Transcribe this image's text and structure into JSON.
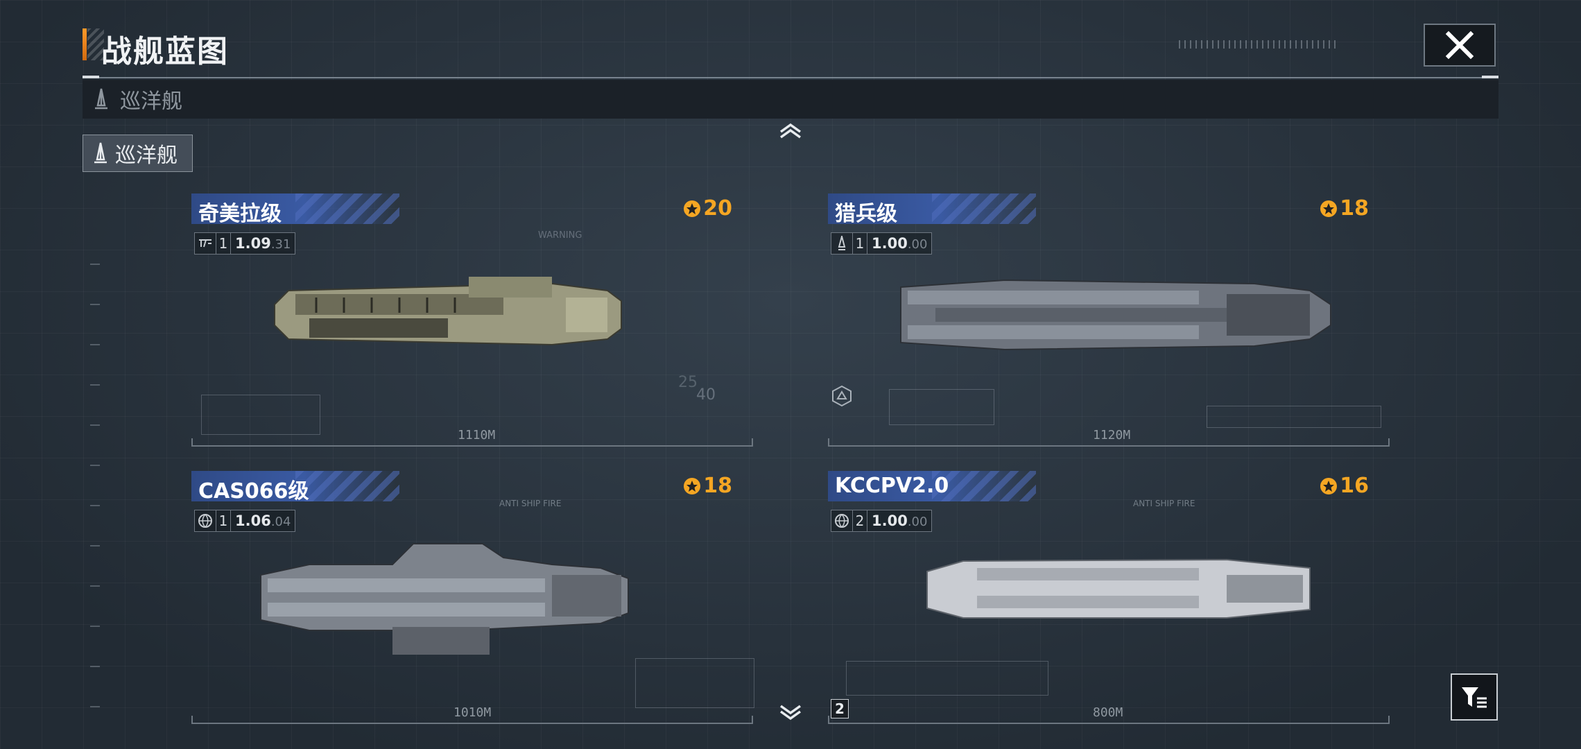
{
  "page": {
    "title": "战舰蓝图"
  },
  "category_bar": {
    "label": "巡洋舰"
  },
  "category_chip": {
    "label": "巡洋舰"
  },
  "colors": {
    "accent_orange": "#f5a623",
    "name_bar_blue": "#3a5aa3"
  },
  "cards": [
    {
      "name": "奇美拉级",
      "cost": "20",
      "info_icon": "logo-icon",
      "level": "1",
      "version_major": "1.09",
      "version_minor": ".31",
      "length": "1110M",
      "decor": [
        "WARNING",
        "25",
        "40"
      ]
    },
    {
      "name": "猎兵级",
      "cost": "18",
      "info_icon": "ship-icon",
      "level": "1",
      "version_major": "1.00",
      "version_minor": ".00",
      "length": "1120M",
      "decor": []
    },
    {
      "name": "CAS066级",
      "cost": "18",
      "info_icon": "globe-icon",
      "level": "1",
      "version_major": "1.06",
      "version_minor": ".04",
      "length": "1010M",
      "decor": [
        "ANTI SHIP FIRE"
      ]
    },
    {
      "name": "KCCPV2.0",
      "cost": "16",
      "info_icon": "globe-icon",
      "level": "2",
      "version_major": "1.00",
      "version_minor": ".00",
      "length": "800M",
      "decor": [
        "ANTI SHIP FIRE"
      ],
      "corner_number": "2"
    }
  ],
  "icons": {
    "close": "close-icon",
    "up": "chevron-up-icon",
    "down": "chevron-down-icon",
    "filter": "filter-icon",
    "cruiser": "cruiser-icon",
    "cost": "cost-emblem-icon"
  }
}
